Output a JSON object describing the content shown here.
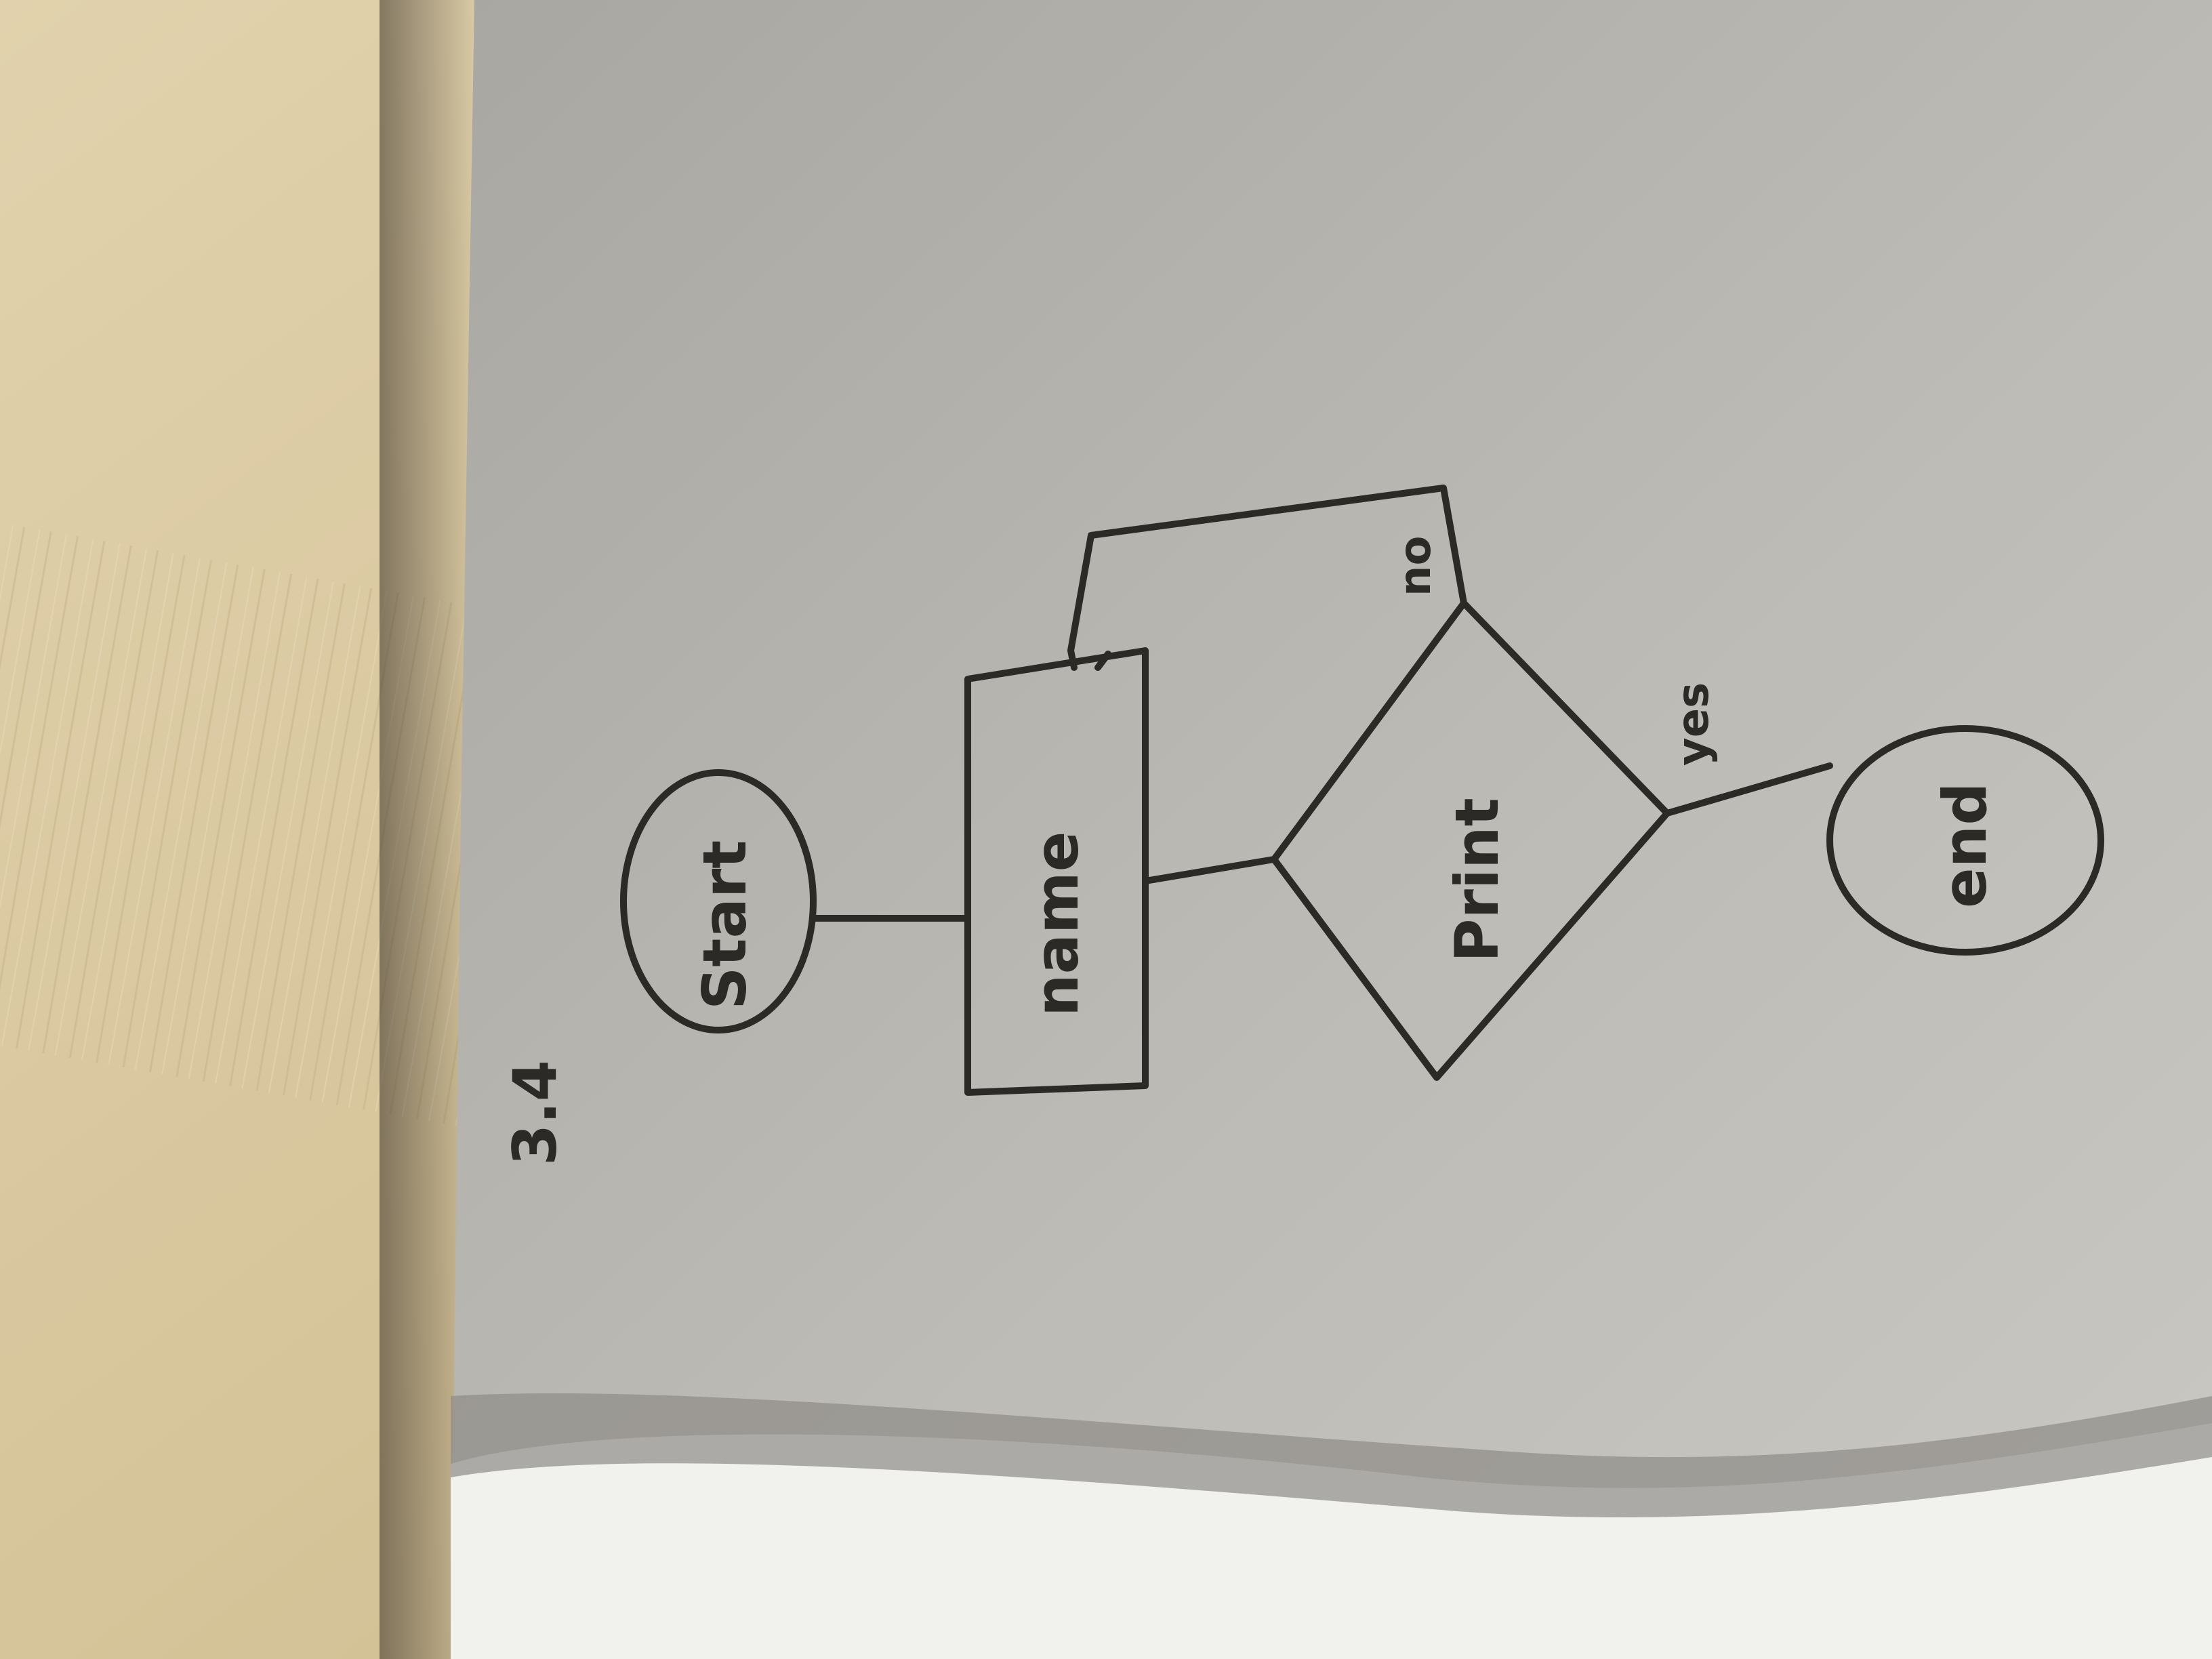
{
  "page": {
    "label": "3.4"
  },
  "flowchart": {
    "start": "Start",
    "process": "name",
    "decision": "Print",
    "branch_no": "no",
    "branch_yes": "yes",
    "end": "end"
  },
  "colors": {
    "desk": "#d6c49a",
    "paper": "#bcbab4",
    "paper_bright": "#f1f1ee",
    "ink": "#2b2a26"
  }
}
